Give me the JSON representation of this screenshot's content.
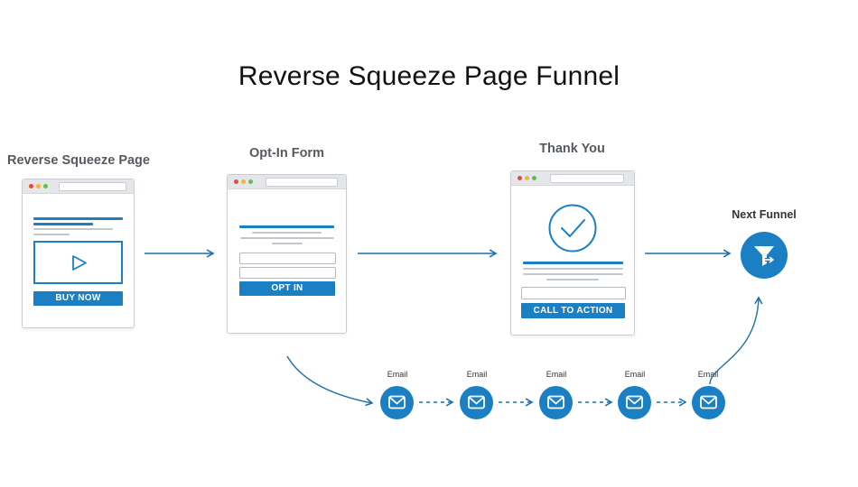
{
  "diagram": {
    "title": "Reverse Squeeze Page Funnel",
    "stages": {
      "reverse_squeeze": {
        "label": "Reverse Squeeze Page",
        "button": "BUY NOW"
      },
      "optin": {
        "label": "Opt-In Form",
        "button": "OPT IN"
      },
      "thankyou": {
        "label": "Thank You",
        "button": "CALL TO ACTION"
      },
      "next_funnel": {
        "label": "Next Funnel"
      }
    },
    "emails": [
      "Email",
      "Email",
      "Email",
      "Email",
      "Email"
    ],
    "colors": {
      "accent": "#1b80c3",
      "text": "#555a60",
      "frame": "#c9cdd2"
    },
    "icons": [
      "play-icon",
      "checkmark-icon",
      "funnel-icon",
      "envelope-icon"
    ]
  }
}
